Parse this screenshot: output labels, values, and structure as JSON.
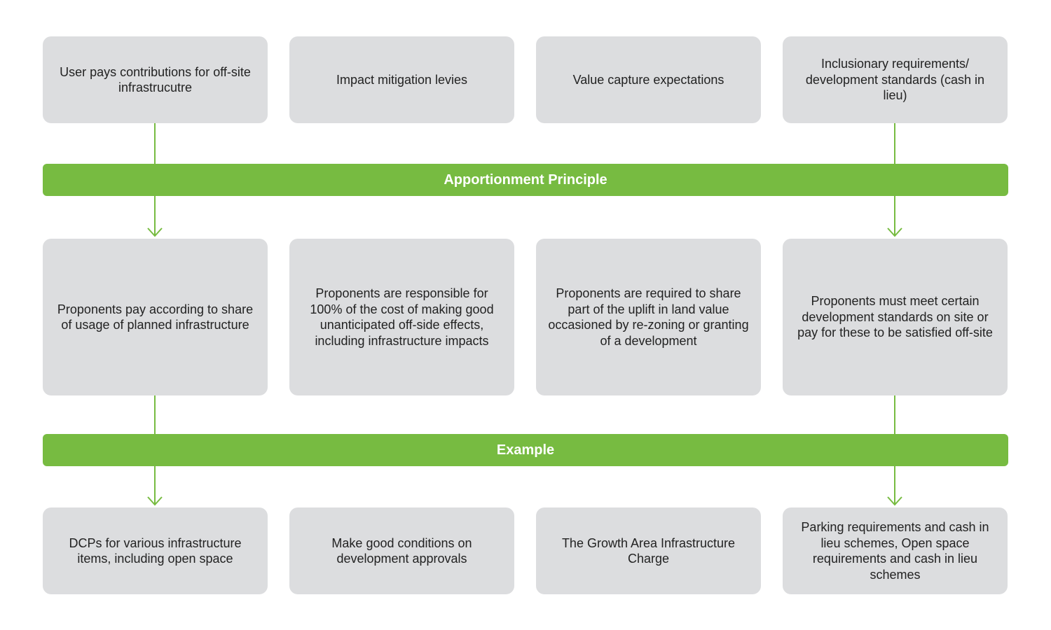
{
  "top_row": [
    "User pays contributions for off-site infrastrucutre",
    "Impact mitigation levies",
    "Value capture expectations",
    "Inclusionary requirements/ development standards (cash in lieu)"
  ],
  "band_1": "Apportionment Principle",
  "middle_row": [
    "Proponents pay according to share of usage of planned infrastructure",
    "Proponents are responsible for 100% of the cost of making good unanticipated off-side effects, including infrastructure impacts",
    "Proponents are required to share part of the uplift in land value occasioned by re-zoning or granting of a development",
    "Proponents must meet certain development standards on site or pay for these to be satisfied off-site"
  ],
  "band_2": "Example",
  "bottom_row": [
    "DCPs for various infrastructure items, including open space",
    "Make good conditions on development approvals",
    "The Growth Area Infrastructure Charge",
    "Parking requirements and cash in lieu schemes, Open space requirements and cash in lieu schemes"
  ],
  "colors": {
    "box": "#dcdddf",
    "band": "#77bb41",
    "connector": "#77bb41"
  }
}
